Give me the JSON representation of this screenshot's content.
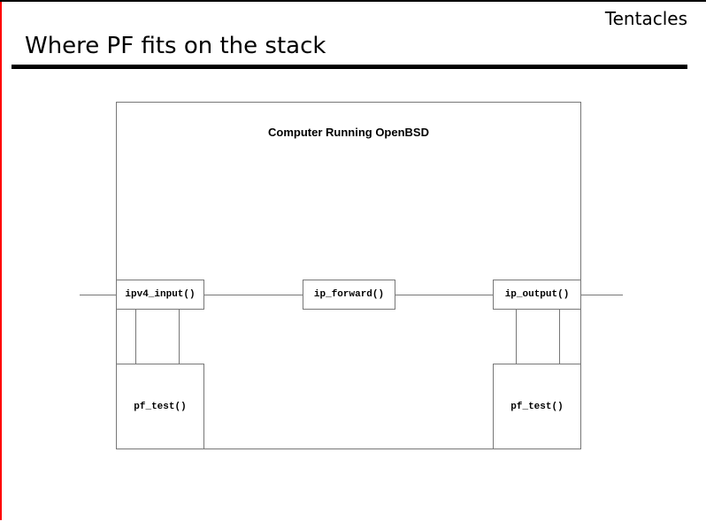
{
  "slide": {
    "brand": "Tentacles",
    "title": "Where PF fits on the stack"
  },
  "diagram": {
    "system_label": "Computer Running OpenBSD",
    "nodes": {
      "ipv4_input": {
        "label": "ipv4_input()"
      },
      "ip_forward": {
        "label": "ip_forward()"
      },
      "ip_output": {
        "label": "ip_output()"
      },
      "pf_test_input": {
        "label": "pf_test()"
      },
      "pf_test_output": {
        "label": "pf_test()"
      }
    },
    "colors": {
      "diagram_line": "#777777",
      "left_border_accent": "#ff0000",
      "frame_line": "#000000",
      "text": "#000000"
    }
  }
}
